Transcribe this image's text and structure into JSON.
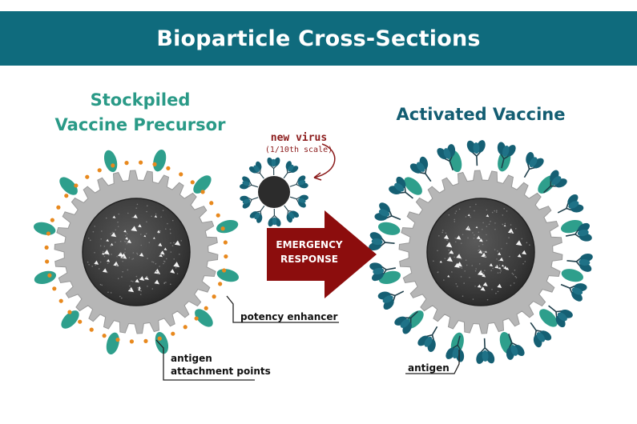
{
  "title": "Bioparticle Cross-Sections",
  "left_panel": {
    "title_line1": "Stockpiled",
    "title_line2": "Vaccine Precursor",
    "title_color": "#2a9a87",
    "label_potency": "potency enhancer",
    "label_antigen_line1": "antigen",
    "label_antigen_line2": "attachment points"
  },
  "center": {
    "note_line1": "new virus",
    "note_line2": "(1/10th scale)",
    "arrow_line1": "EMERGENCY",
    "arrow_line2": "RESPONSE"
  },
  "right_panel": {
    "title": "Activated Vaccine",
    "title_color": "#135d72",
    "label_antigen": "antigen"
  },
  "colors": {
    "banner": "#0f6b7d",
    "shell": "#b6b6b6",
    "core": "#3c3c3c",
    "enhancer": "#2e9f8c",
    "antigen": "#155f73",
    "attachment_dot": "#e8891e",
    "arrow": "#8c0d0d"
  }
}
